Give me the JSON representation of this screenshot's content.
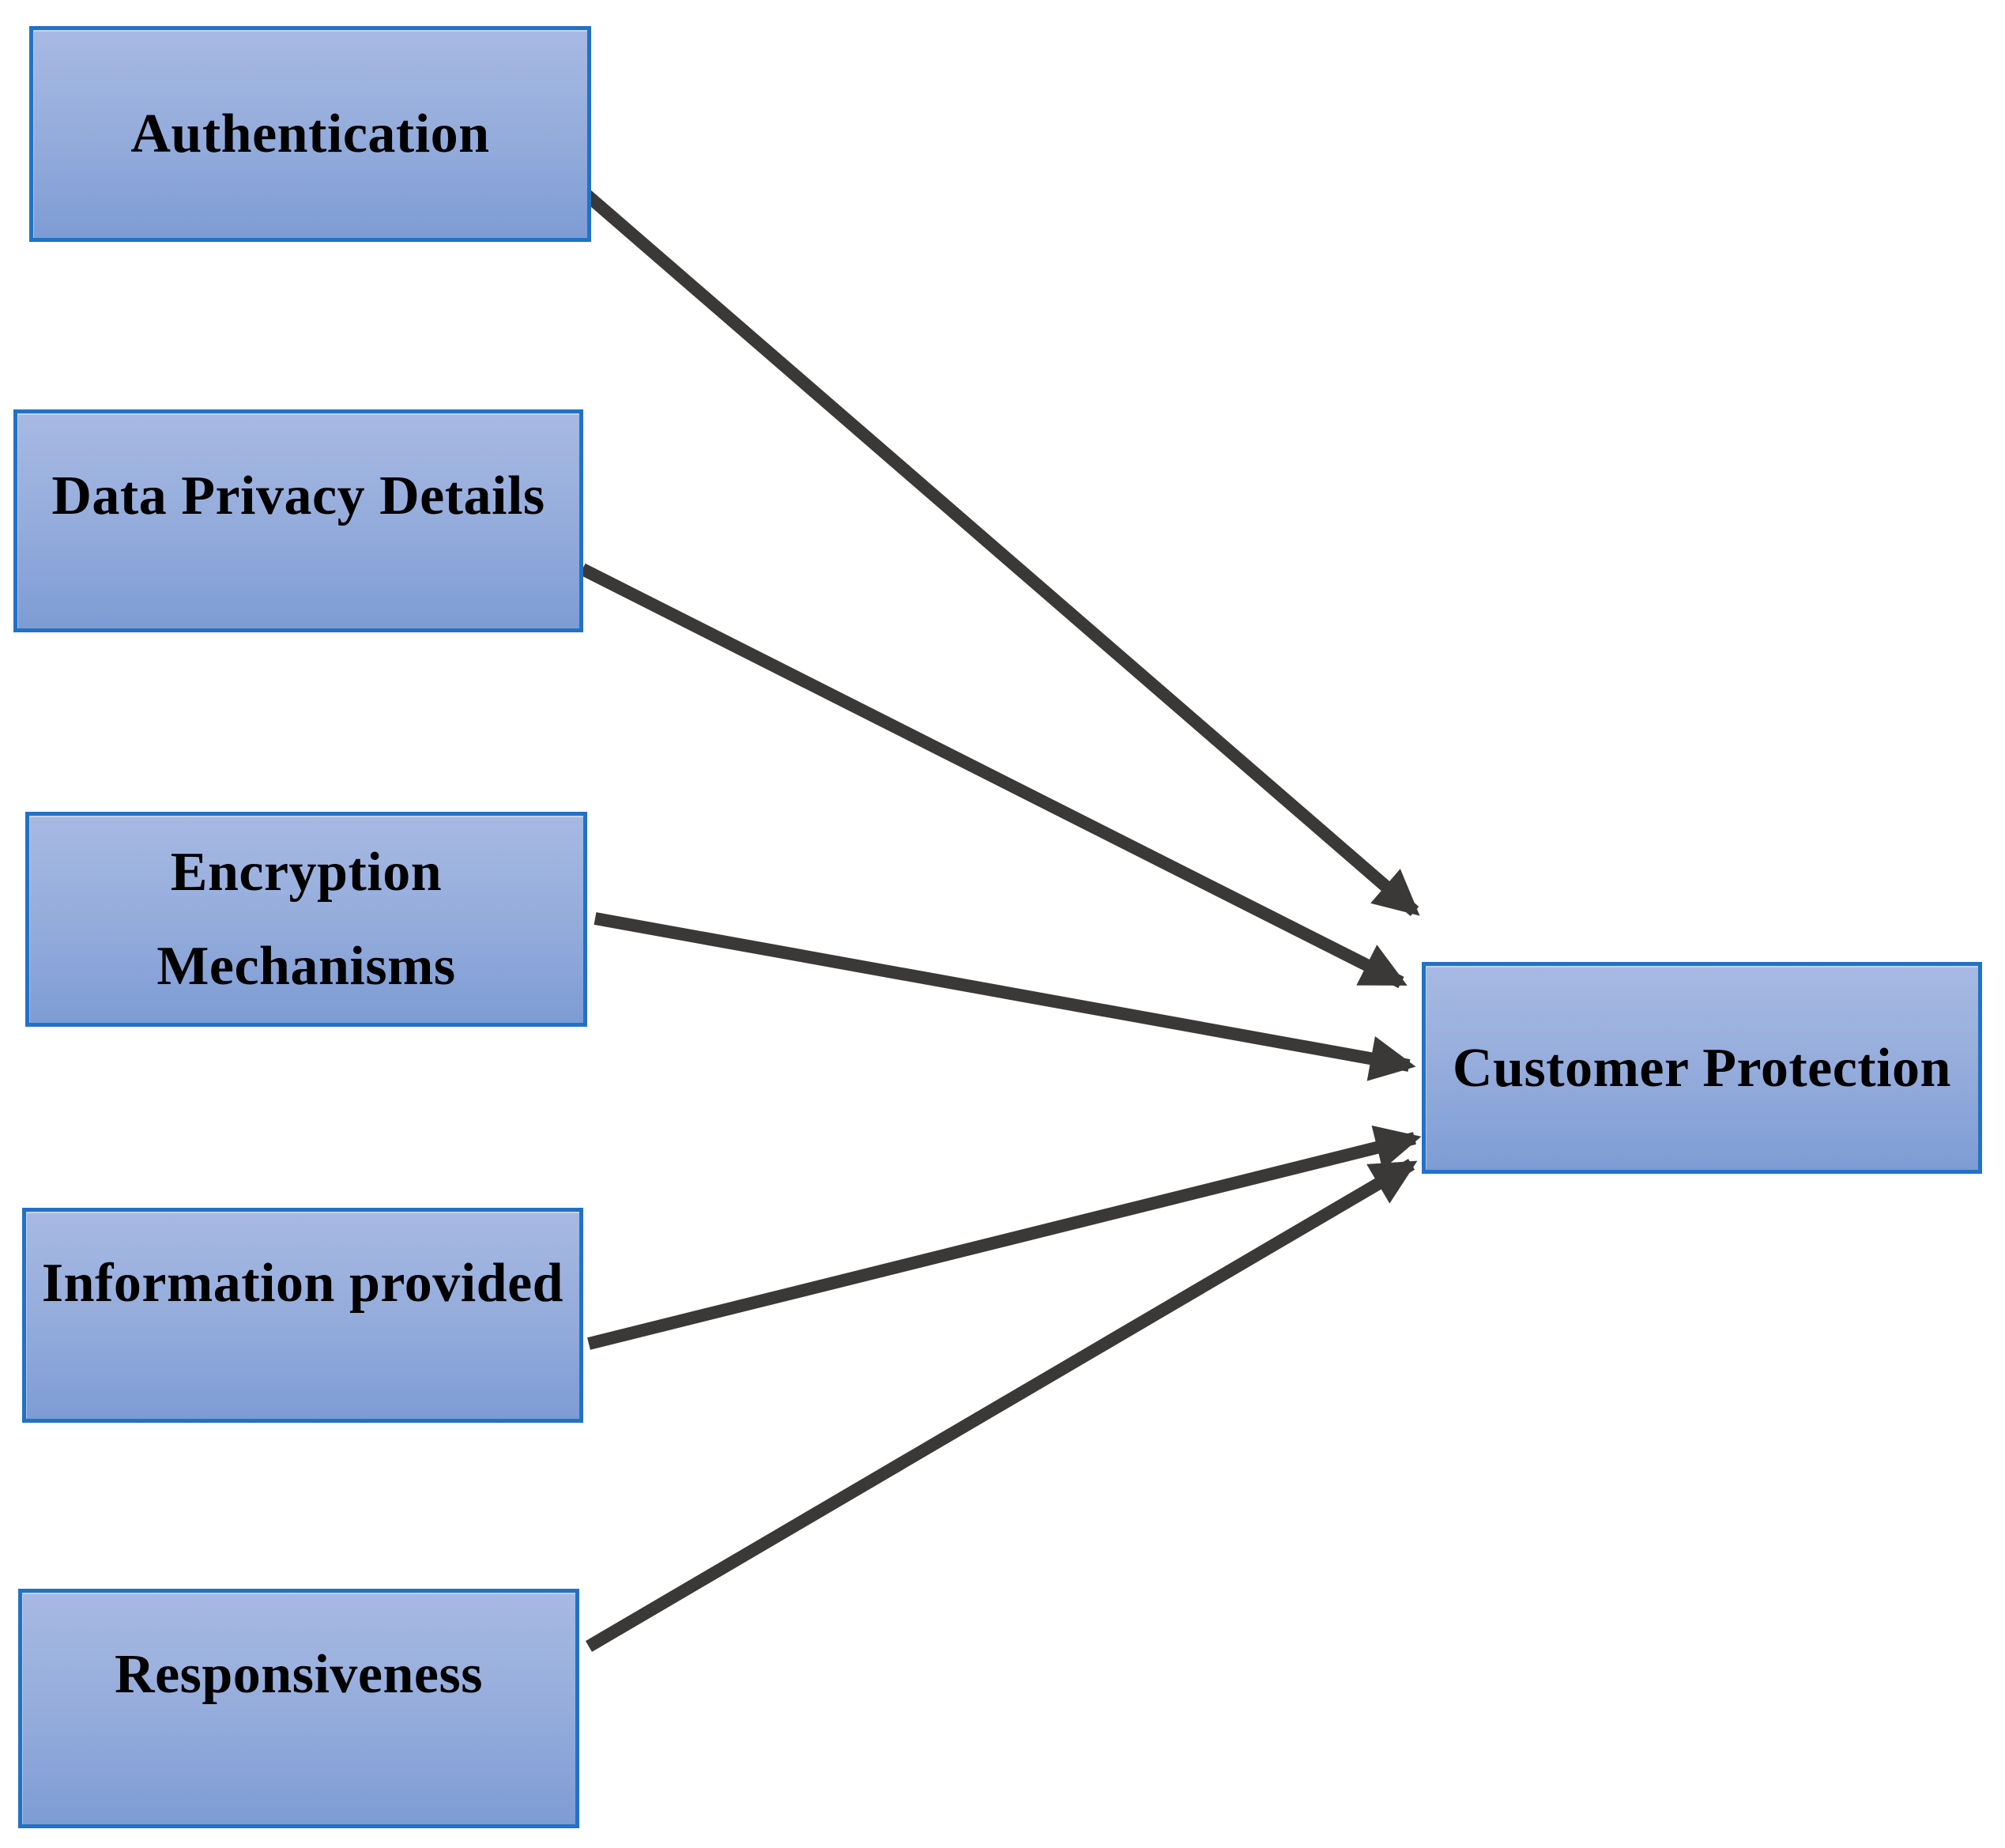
{
  "diagram": {
    "title": "Customer Protection factors diagram",
    "nodes": {
      "authentication": {
        "label": "Authentication"
      },
      "data_privacy": {
        "label": "Data Privacy Details"
      },
      "encryption": {
        "label": "Encryption\nMechanisms"
      },
      "information": {
        "label": "Information provided"
      },
      "responsiveness": {
        "label": "Responsiveness"
      },
      "customer_protection": {
        "label": "Customer Protection"
      }
    },
    "edges": [
      {
        "from": "Authentication",
        "to": "Customer Protection"
      },
      {
        "from": "Data Privacy Details",
        "to": "Customer Protection"
      },
      {
        "from": "Encryption Mechanisms",
        "to": "Customer Protection"
      },
      {
        "from": "Information provided",
        "to": "Customer Protection"
      },
      {
        "from": "Responsiveness",
        "to": "Customer Protection"
      }
    ],
    "colors": {
      "box_border": "#2272C4",
      "box_fill_top": "#A7B9E3",
      "box_fill_bottom": "#7D9CD4",
      "arrow": "#3B3838",
      "text": "#000000",
      "background": "#FFFFFF"
    }
  }
}
